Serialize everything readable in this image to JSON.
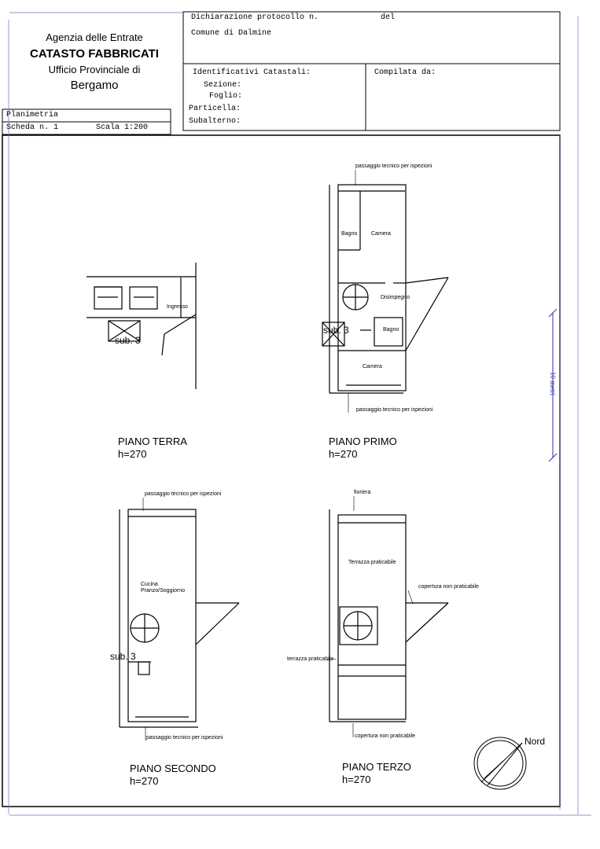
{
  "office": {
    "agency": "Agenzia delle Entrate",
    "catasto": "CATASTO FABBRICATI",
    "ufficio": "Ufficio Provinciale di",
    "city": "Bergamo"
  },
  "header": {
    "protocol_label": "Dichiarazione protocollo n.",
    "del_label": "del",
    "comune": "Comune di Dalmine",
    "ident_label": "Identificativi Catastali:",
    "sezione": "Sezione:",
    "foglio": "Foglio:",
    "particella": "Particella:",
    "subalterno": "Subalterno:",
    "compilata": "Compilata da:"
  },
  "sheet": {
    "planimetria": "Planimetria",
    "scheda": "Scheda n. 1",
    "scala": "Scala 1:200"
  },
  "scale_bar": "10 metri",
  "floors": {
    "terra": {
      "name": "PIANO TERRA",
      "height": "h=270",
      "ingresso": "Ingresso",
      "sub": "sub. 3"
    },
    "primo": {
      "name": "PIANO PRIMO",
      "height": "h=270",
      "passaggio_top": "passaggio tecnico per ispezioni",
      "passaggio_bottom": "passaggio tecnico per ispezioni",
      "bagno1": "Bagno",
      "camera1": "Camera",
      "disimpegno": "Disimpegno",
      "bagno2": "Bagno",
      "camera2": "Camera",
      "sub": "sub. 3"
    },
    "secondo": {
      "name": "PIANO SECONDO",
      "height": "h=270",
      "passaggio_top": "passaggio tecnico per ispezioni",
      "passaggio_bottom": "passaggio tecnico per ispezioni",
      "cucina": "Cucina",
      "pranzo": "Pranzo/Soggiorno",
      "sub": "sub. 3"
    },
    "terzo": {
      "name": "PIANO TERZO",
      "height": "h=270",
      "fioriera": "fioriera",
      "terrazza": "Terrazza praticabile",
      "copertura1": "copertura non praticabile",
      "terrazza2": "terrazza praticabile",
      "copertura2": "copertura non praticabile"
    }
  },
  "north_label": "Nord"
}
